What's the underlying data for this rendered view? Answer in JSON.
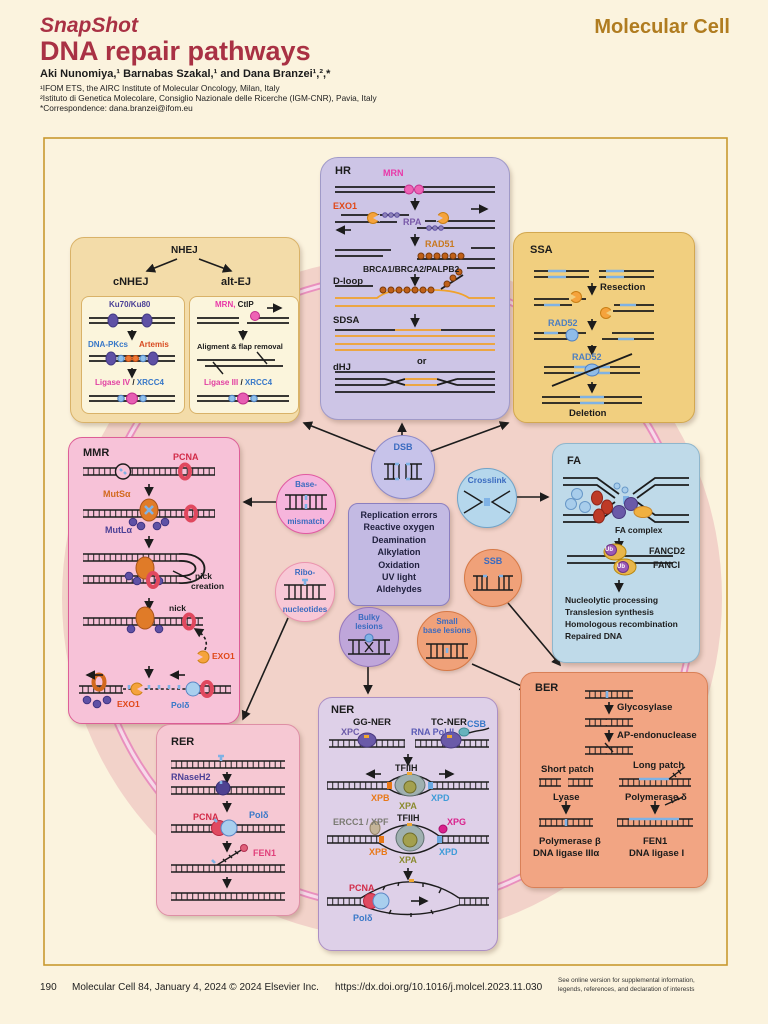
{
  "palette": {
    "page_bg": "#FBF3DE",
    "plate_border": "#C9992F",
    "cell_pink": "#F2D2C9",
    "ring_pink": "#E884BC",
    "title_red": "#A93144",
    "journal_gold": "#B07C20",
    "label_blue": "#3A6BC0",
    "accent_pink": "#E838A8",
    "accent_orange": "#E8702A",
    "accent_purple": "#4A3F96",
    "accent_ltblue": "#3878C8",
    "accent_crimson": "#D22B48"
  },
  "header": {
    "snapshot": "SnapShot",
    "journal": "Molecular Cell",
    "title": "DNA repair pathways",
    "authors": "Aki Nunomiya,¹ Barnabas Szakal,¹ and Dana Branzei¹,²,*",
    "affil1": "¹IFOM ETS, the AIRC Institute of Molecular Oncology, Milan, Italy",
    "affil2": "²Istituto di Genetica Molecolare, Consiglio Nazionale delle Ricerche (IGM-CNR), Pavia, Italy",
    "correspondence": "*Correspondence: dana.branzei@ifom.eu"
  },
  "hr": {
    "title": "HR",
    "mrn": "MRN",
    "exo1": "EXO1",
    "rpa": "RPA",
    "rad51": "RAD51",
    "brca": "BRCA1/BRCA2/PALPB2",
    "dloop": "D-loop",
    "sdsa": "SDSA",
    "or": "or",
    "dhj": "dHJ"
  },
  "nhej": {
    "title": "NHEJ",
    "cnhej": "cNHEJ",
    "altej": "alt-EJ",
    "ku": "Ku70/Ku80",
    "dnapkcs": "DNA-PKcs",
    "artemis": "Artemis",
    "ligase4": "Ligase IV",
    "sep1": " / ",
    "xrcc4a": "XRCC4",
    "mrn": "MRN,",
    "ctip": " CtIP",
    "align": "Aligment & flap removal",
    "ligase3": "Ligase III",
    "sep2": " / ",
    "xrcc4b": "XRCC4"
  },
  "ssa": {
    "title": "SSA",
    "resection": "Resection",
    "rad52a": "RAD52",
    "rad52b": "RAD52",
    "deletion": "Deletion"
  },
  "mmr": {
    "title": "MMR",
    "pcna": "PCNA",
    "mutsa": "MutSα",
    "mutla": "MutLα",
    "nick_line1": "nick",
    "nick_line2": "creation",
    "nick": "nick",
    "exo1a": "EXO1",
    "exo1b": "EXO1",
    "pold": "Polδ"
  },
  "fa": {
    "title": "FA",
    "complex": "FA complex",
    "fancd2": "FANCD2",
    "fanci": "FANCI",
    "ub": "Ub",
    "out1": "Nucleolytic processing",
    "out2": "Translesion synthesis",
    "out3": "Homologous recombination",
    "out4": "Repaired DNA"
  },
  "ber": {
    "title": "BER",
    "glycosylase": "Glycosylase",
    "ap": "AP-endonuclease",
    "short_patch": "Short patch",
    "long_patch": "Long patch",
    "lyase": "Lyase",
    "pol_delta": "Polymerase δ",
    "pol_beta": "Polymerase β",
    "ligase3a": "DNA ligase IIIα",
    "fen1": "FEN1",
    "ligase1": "DNA ligase I"
  },
  "ner": {
    "title": "NER",
    "ggner": "GG-NER",
    "tcner": "TC-NER",
    "xpc": "XPC",
    "rnapol": "RNA Pol II",
    "csb": "CSB",
    "tfiih1": "TFIIH",
    "xpb1": "XPB",
    "xpd1": "XPD",
    "xpa1": "XPA",
    "ercc1": "ERCC1 / XPF",
    "tfiih2": "TFIIH",
    "xpg": "XPG",
    "xpb2": "XPB",
    "xpd2": "XPD",
    "xpa2": "XPA",
    "pcna": "PCNA",
    "pold": "Polδ"
  },
  "rer": {
    "title": "RER",
    "rnaseh2": "RNaseH2",
    "pcna": "PCNA",
    "pold": "Polδ",
    "fen1": "FEN1"
  },
  "center": {
    "causes": [
      "Replication errors",
      "Reactive oxygen",
      "Deamination",
      "Alkylation",
      "Oxidation",
      "UV light",
      "Aldehydes"
    ],
    "circles": {
      "dsb": "DSB",
      "crosslink": "Crosslink",
      "ssb": "SSB",
      "base1": "Base-",
      "base2": "mismatch",
      "ribo1": "Ribo-",
      "ribo2": "nucleotides",
      "bulky1": "Bulky",
      "bulky2": "lesions",
      "small1": "Small",
      "small2": "base lesions"
    }
  },
  "footer": {
    "page": "190",
    "citation": "Molecular Cell 84, January 4, 2024 © 2024 Elsevier Inc.",
    "doi": "https://dx.doi.org/10.1016/j.molcel.2023.11.030",
    "note1": "See online version for supplemental information,",
    "note2": "legends, references, and declaration of interests"
  }
}
